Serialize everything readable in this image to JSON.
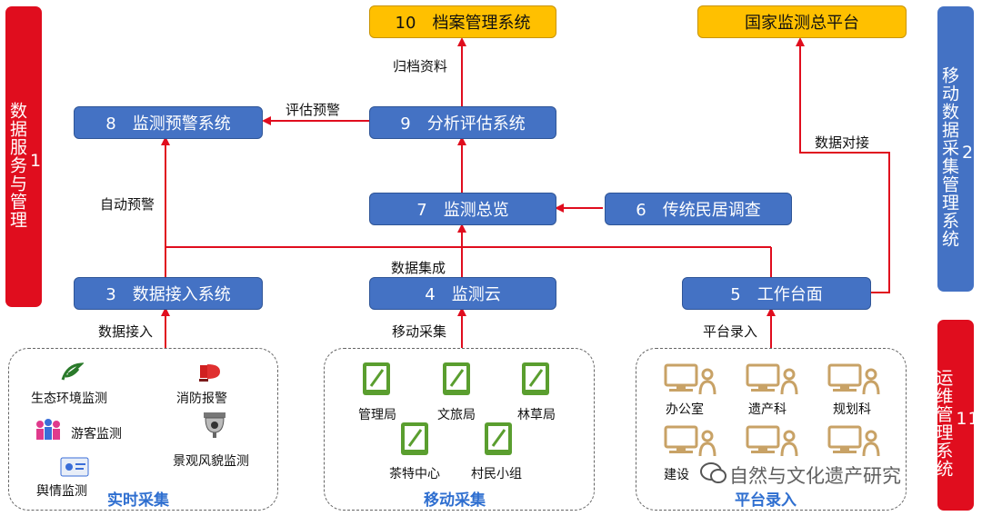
{
  "side_panels": {
    "left": {
      "num": "1",
      "text": "数据服务与管理",
      "color": "#e00d1e"
    },
    "right_top": {
      "num": "2",
      "text": "移动数据采集管理系统",
      "color": "#4472c4"
    },
    "right_bottom": {
      "num": "11",
      "text": "运维管理系统",
      "color": "#e00d1e"
    }
  },
  "boxes": {
    "b10": "10　档案管理系统",
    "national": "国家监测总平台",
    "b8": "8　监测预警系统",
    "b9": "9　分析评估系统",
    "b7": "7　监测总览",
    "b6": "6　传统民居调查",
    "b3": "3　数据接入系统",
    "b4": "4　监测云",
    "b5": "5　工作台面"
  },
  "edge_labels": {
    "archive": "归档资料",
    "assess_warn": "评估预警",
    "data_docking": "数据对接",
    "auto_warn": "自动预警",
    "data_integration": "数据集成",
    "data_access": "数据接入",
    "mobile_collect": "移动采集",
    "platform_entry": "平台录入"
  },
  "panels": {
    "realtime": {
      "title": "实时采集",
      "items": {
        "eco": "生态环境监测",
        "fire": "消防报警",
        "visitor": "游客监测",
        "landscape": "景观风貌监测",
        "opinion": "舆情监测"
      }
    },
    "mobile": {
      "title": "移动采集",
      "items": {
        "admin": "管理局",
        "culture": "文旅局",
        "forest": "林草局",
        "tea": "茶特中心",
        "village": "村民小组"
      }
    },
    "platform": {
      "title": "平台录入",
      "items": {
        "office": "办公室",
        "heritage": "遗产科",
        "planning": "规划科",
        "construct": "建设",
        "x2": "",
        "x3": ""
      }
    }
  },
  "watermark": "自然与文化遗产研究",
  "colors": {
    "red": "#e00d1e",
    "blue": "#4472c4",
    "yellow": "#ffc000",
    "title_blue": "#2f6fd0",
    "icon_green": "#5a9e2f"
  }
}
